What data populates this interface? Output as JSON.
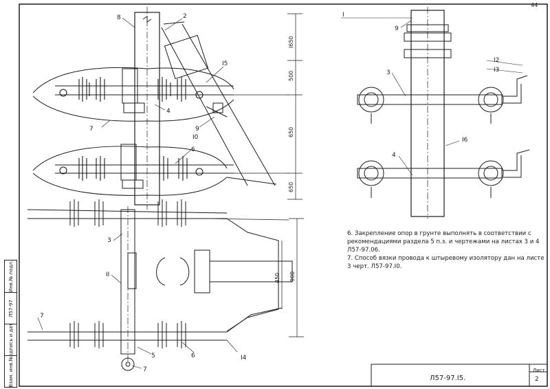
{
  "sheet": {
    "corner_mark": "44",
    "doc_number": "Л57-97.I5.",
    "sheet_label": "Лист",
    "sheet_number": "2"
  },
  "stamp": {
    "cells": [
      "Инв.№ подл.",
      "Л57-97",
      "Подпись и дата",
      "Взам. инв.№"
    ]
  },
  "left_view": {
    "callouts": [
      "8",
      "2",
      "I5",
      "4",
      "9",
      "I0",
      "7",
      "6",
      "3",
      "II",
      "7",
      "5",
      "6",
      "I4",
      "7"
    ],
    "dimensions": [
      "I650",
      "500",
      "650",
      "650",
      "900",
      "450"
    ]
  },
  "right_view": {
    "view_label": "I",
    "callouts": [
      "9",
      "I2",
      "I3",
      "3",
      "I6",
      "4"
    ]
  },
  "notes": [
    "6. Закрепление опор в грунте выполнять в соответствии с рекомендациями раздела 5 п.з. и чертежами на листах 3 и 4 Л57-97.06.",
    "7. Способ вязки провода к штыревому изолятору дан на листе 3 черт. Л57-97.I0."
  ]
}
